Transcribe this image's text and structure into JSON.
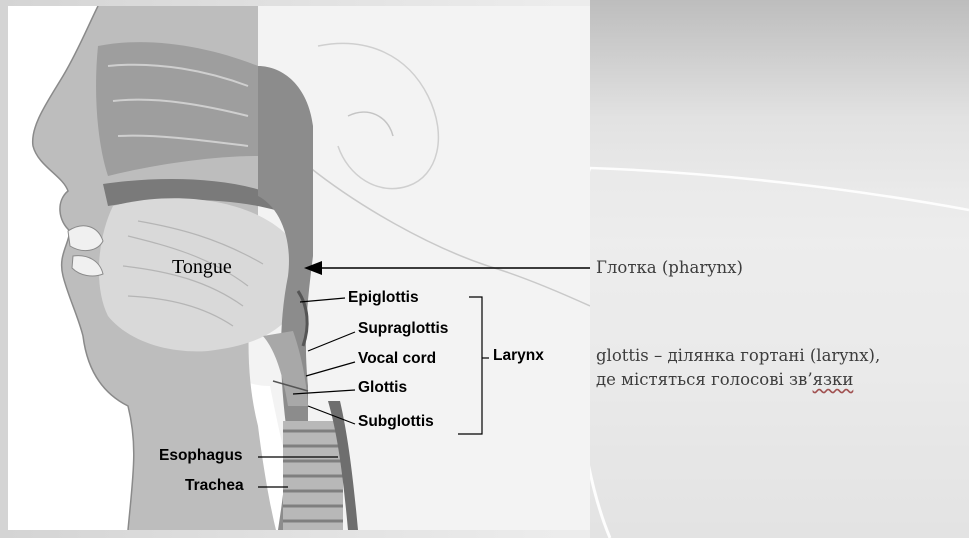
{
  "diagram": {
    "tongue_label": "Tongue",
    "structures": {
      "epiglottis": "Epiglottis",
      "supraglottis": "Supraglottis",
      "vocal_cord": "Vocal cord",
      "glottis": "Glottis",
      "subglottis": "Subglottis",
      "esophagus": "Esophagus",
      "trachea": "Trachea"
    },
    "group_label": "Larynx"
  },
  "annotations": {
    "pharynx_label": "Глотка (pharynx)",
    "glottis_note_line1": "glottis – ділянка гортані (larynx),",
    "glottis_note_line2_prefix": "де містяться голосові зв’",
    "glottis_note_line2_underlined": "язки"
  },
  "colors": {
    "arrow": "#000000",
    "note_text": "#3d3d3d",
    "panel_background": "#e6e6e6"
  }
}
